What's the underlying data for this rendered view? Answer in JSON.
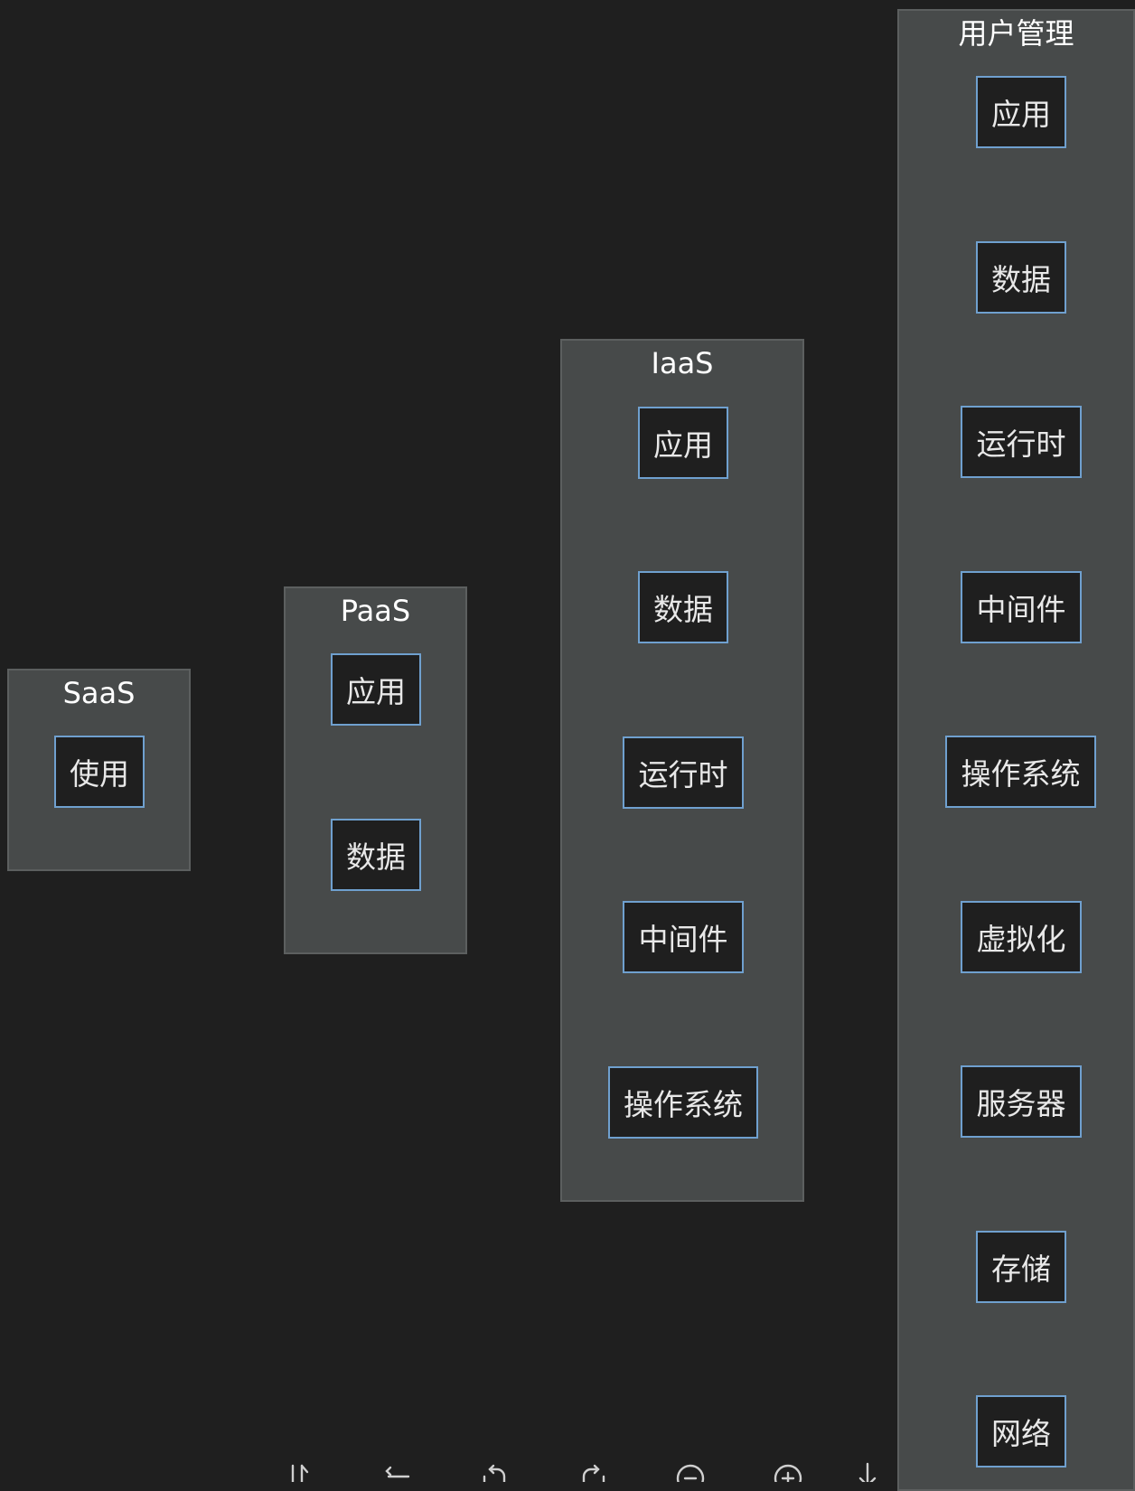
{
  "colors": {
    "background": "#1f1f1f",
    "group_fill": "#474a4a",
    "group_border": "#5c5f5f",
    "node_fill": "#1f1f1f",
    "node_border": "#6fa0cf",
    "text": "#ffffff"
  },
  "groups": {
    "saas": {
      "title": "SaaS",
      "items": [
        "使用"
      ]
    },
    "paas": {
      "title": "PaaS",
      "items": [
        "应用",
        "数据"
      ]
    },
    "iaas": {
      "title": "IaaS",
      "items": [
        "应用",
        "数据",
        "运行时",
        "中间件",
        "操作系统"
      ]
    },
    "user": {
      "title": "用户管理",
      "items": [
        "应用",
        "数据",
        "运行时",
        "中间件",
        "操作系统",
        "虚拟化",
        "服务器",
        "存储",
        "网络"
      ]
    }
  },
  "toolbar": {
    "icons": [
      "sort-icon",
      "align-icon",
      "undo-icon",
      "redo-icon",
      "zoom-out-icon",
      "zoom-in-icon",
      "download-icon"
    ]
  }
}
